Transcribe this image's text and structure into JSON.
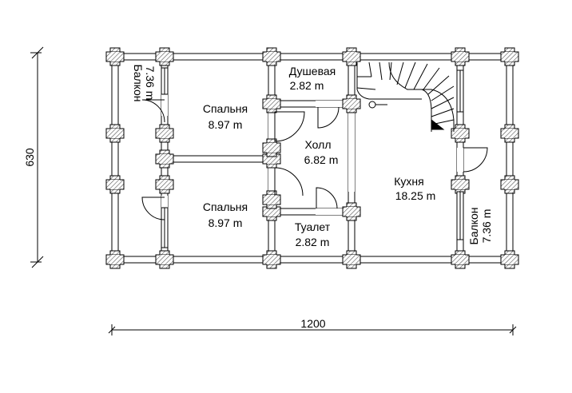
{
  "rooms": {
    "balcony_left": {
      "name": "Балкон",
      "area": "7.36 m"
    },
    "bedroom_top": {
      "name": "Спальня",
      "area": "8.97 m"
    },
    "bedroom_bottom": {
      "name": "Спальня",
      "area": "8.97 m"
    },
    "shower": {
      "name": "Душевая",
      "area": "2.82 m"
    },
    "hall": {
      "name": "Холл",
      "area": "6.82 m"
    },
    "toilet": {
      "name": "Туалет",
      "area": "2.82 m"
    },
    "kitchen": {
      "name": "Кухня",
      "area": "18.25 m"
    },
    "balcony_right": {
      "name": "Балкон",
      "area": "7.36 m"
    }
  },
  "dimensions": {
    "width": "1200",
    "height": "630"
  },
  "colors": {
    "wall_fill": "#ffffff",
    "line": "#000000",
    "hatch": "#555555"
  }
}
